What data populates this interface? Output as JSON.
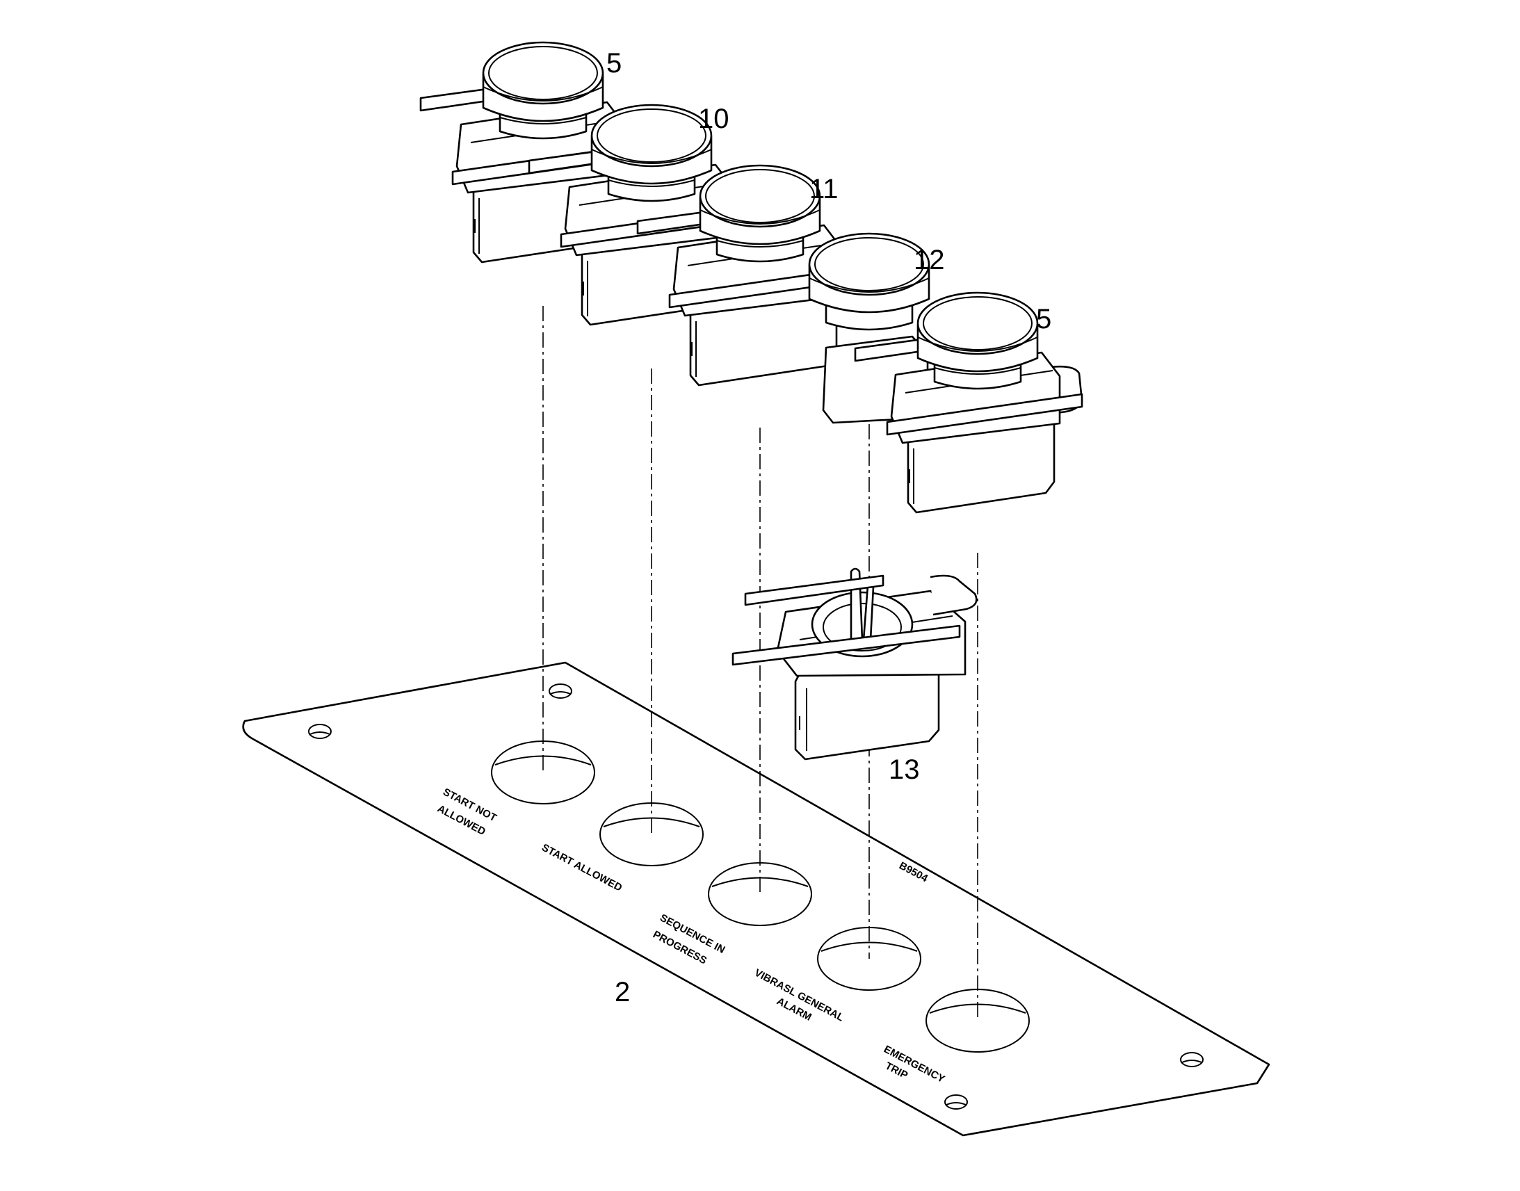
{
  "callouts": {
    "pilot_light_left": "5",
    "pilot_light_second": "10",
    "pilot_light_third": "11",
    "pilot_light_fourth": "12",
    "pilot_light_right": "5",
    "lamp_holder": "13",
    "panel_plate": "2"
  },
  "panel_labels": {
    "start_not_allowed_line1": "START NOT",
    "start_not_allowed_line2": "ALLOWED",
    "start_allowed": "START ALLOWED",
    "sequence_line1": "SEQUENCE IN",
    "sequence_line2": "PROGRESS",
    "vibration_line1": "VIBRASL GENERAL",
    "vibration_line2": "ALARM",
    "emergency_line1": "EMERGENCY",
    "emergency_line2": "TRIP",
    "drawing_number": "B9504"
  }
}
